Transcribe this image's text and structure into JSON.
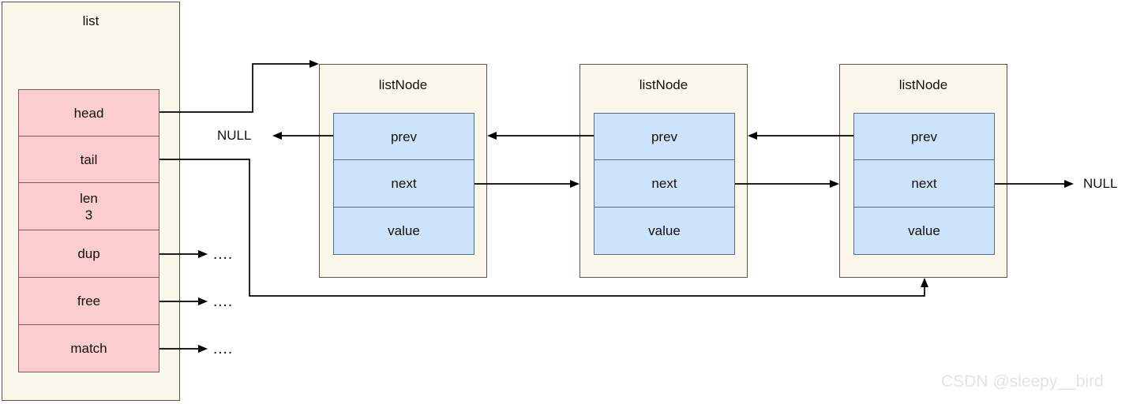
{
  "diagram": {
    "title_list": "list",
    "null_left": "NULL",
    "null_right": "NULL",
    "ellipsis": "....",
    "watermark": "CSDN @sleepy__bird",
    "colors": {
      "struct_fill": "#faf7eb",
      "struct_border": "#5a544a",
      "list_field_fill": "#fbcdcd",
      "list_field_border": "#7a5c5c",
      "node_field_fill": "#cde3fb",
      "node_field_border": "#5a6b85",
      "wire": "#000000",
      "text": "#14110c",
      "watermark": "#e3e3e3",
      "page_background": "#ffffff"
    }
  },
  "list_struct": {
    "name": "list",
    "fields": [
      {
        "label": "head",
        "value": ""
      },
      {
        "label": "tail",
        "value": ""
      },
      {
        "label": "len",
        "value": "3"
      },
      {
        "label": "dup",
        "value": ""
      },
      {
        "label": "free",
        "value": ""
      },
      {
        "label": "match",
        "value": ""
      }
    ]
  },
  "nodes": [
    {
      "title": "listNode",
      "fields": [
        {
          "label": "prev",
          "value": ""
        },
        {
          "label": "next",
          "value": ""
        },
        {
          "label": "value",
          "value": ""
        }
      ]
    },
    {
      "title": "listNode",
      "fields": [
        {
          "label": "prev",
          "value": ""
        },
        {
          "label": "next",
          "value": ""
        },
        {
          "label": "value",
          "value": ""
        }
      ]
    },
    {
      "title": "listNode",
      "fields": [
        {
          "label": "prev",
          "value": ""
        },
        {
          "label": "next",
          "value": ""
        },
        {
          "label": "value",
          "value": ""
        }
      ]
    }
  ],
  "callout_labels": {
    "dup": "....",
    "free": "....",
    "match": "...."
  }
}
